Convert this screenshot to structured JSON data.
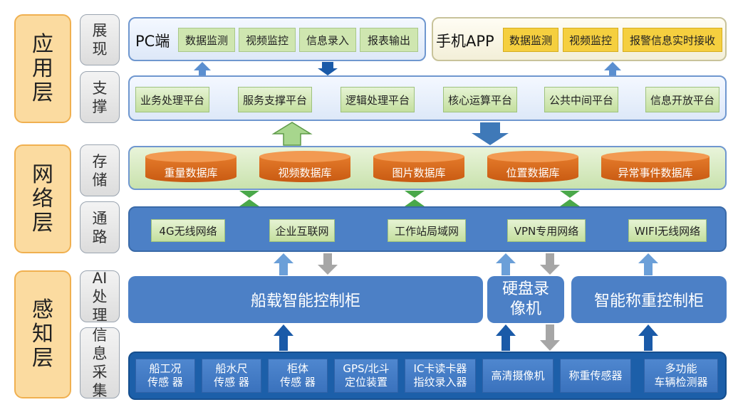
{
  "layers": {
    "app": "应用层",
    "network": "网络层",
    "sensing": "感知层"
  },
  "sublayers": {
    "display": "展现",
    "support": "支撑",
    "storage": "存储",
    "channel": "通路",
    "ai": "AI处理",
    "collect": "信息采集"
  },
  "pc": {
    "title": "PC端",
    "items": [
      "数据监测",
      "视频监控",
      "信息录入",
      "报表输出"
    ]
  },
  "mobile": {
    "title": "手机APP",
    "items": [
      "数据监测",
      "视频监控",
      "报警信息实时接收"
    ]
  },
  "platforms": [
    "业务处理平台",
    "服务支撑平台",
    "逻辑处理平台",
    "核心运算平台",
    "公共中间平台",
    "信息开放平台"
  ],
  "databases": [
    "重量数据库",
    "视频数据库",
    "图片数据库",
    "位置数据库",
    "异常事件数据库"
  ],
  "networks": [
    "4G无线网络",
    "企业互联网",
    "工作站局域网",
    "VPN专用网络",
    "WIFI无线网络"
  ],
  "ai_units": [
    "船载智能控制柜",
    "硬盘录像机",
    "智能称重控制柜"
  ],
  "devices": [
    "船工况\n传感 器",
    "船水尺\n传感 器",
    "柜体\n传感 器",
    "GPS/北斗\n定位装置",
    "IC卡读卡器\n指纹录入器",
    "高清摄像机",
    "称重传感器",
    "多功能\n车辆检测器"
  ],
  "colors": {
    "layer_fill": "#fbdba0",
    "platform_chip": "#cfe6b0",
    "app_chip": "#f5cf3f",
    "db_fill": "#d9661a",
    "panel_blue": "#4c80c6",
    "panel_dark": "#1c5fa9",
    "arrow_blue": "#5b8fd0",
    "arrow_gray": "#a6a6a6",
    "arrow_green": "#6cb85c",
    "arrow_dark": "#1a5aa8"
  }
}
